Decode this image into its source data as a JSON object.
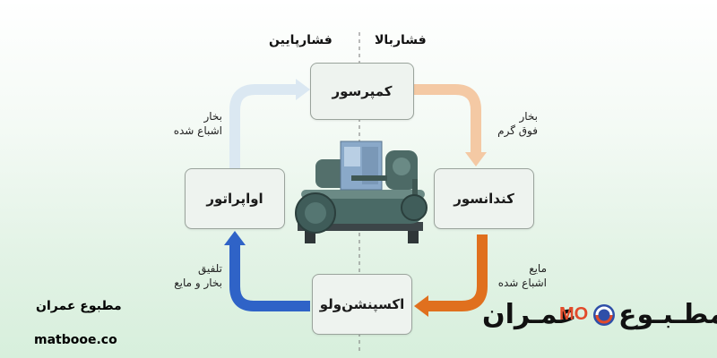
{
  "header": {
    "low_pressure": "فشارپایین",
    "high_pressure": "فشاربالا"
  },
  "nodes": {
    "compressor": "کمپرسور",
    "condenser": "کندانسور",
    "expansion_valve": "اکسپنشن‌ولو",
    "evaporator": "اواپراتور"
  },
  "flow_labels": {
    "to_compressor": [
      "بخار",
      "اشباع شده"
    ],
    "to_condenser": [
      "بخار",
      "فوق گرم"
    ],
    "to_expansion": [
      "مایع",
      "اشباع شده"
    ],
    "to_evaporator": [
      "تلفیق",
      "بخار و مایع"
    ]
  },
  "branding": {
    "name": "مطبوع عمران",
    "url": "matbooe.co",
    "logo_right": "مطـبـوع",
    "logo_left": "عمـران",
    "logo_mark": "MO"
  },
  "colors": {
    "arrow_top_left": "#dbe8f2",
    "arrow_top_right": "#f4c9a4",
    "arrow_bottom_right": "#e0701e",
    "arrow_bottom_left": "#2f63c7",
    "box_fill": "#eef3ef",
    "logo_accent": "#e24a2a",
    "logo_blue": "#2f4fa8"
  }
}
